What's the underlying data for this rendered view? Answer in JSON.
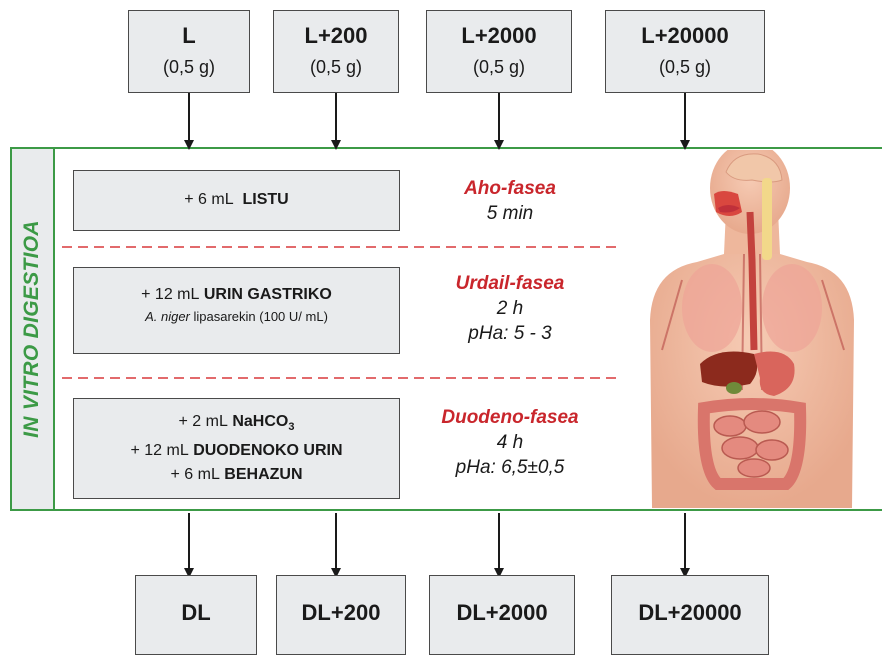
{
  "top_inputs": [
    {
      "name": "L",
      "amount": "(0,5 g)"
    },
    {
      "name": "L+200",
      "amount": "(0,5 g)"
    },
    {
      "name": "L+2000",
      "amount": "(0,5 g)"
    },
    {
      "name": "L+20000",
      "amount": "(0,5 g)"
    }
  ],
  "side_label": "IN VITRO DIGESTIOA",
  "steps": {
    "oral": {
      "prefix": "+ 6 mL",
      "name": "LISTU"
    },
    "gastric": {
      "prefix": "+ 12 mL",
      "name": "URIN GASTRIKO",
      "note_italic": "A. niger",
      "note_rest": "lipasarekin (100 U/ mL)"
    },
    "duodenal": {
      "line1_prefix": "+ 2 mL",
      "line1_name": "NaHCO",
      "line1_sub": "3",
      "line2_prefix": "+ 12 mL",
      "line2_name": "DUODENOKO URIN",
      "line3_prefix": "+ 6 mL",
      "line3_name": "BEHAZUN"
    }
  },
  "phases": {
    "oral": {
      "title": "Aho-fasea",
      "time": "5 min"
    },
    "gastric": {
      "title": "Urdail-fasea",
      "time": "2 h",
      "ph": "pHa: 5 - 3"
    },
    "duodenal": {
      "title": "Duodeno-fasea",
      "time": "4 h",
      "ph": "pHa: 6,5±0,5"
    }
  },
  "bottom_outputs": [
    "DL",
    "DL+200",
    "DL+2000",
    "DL+20000"
  ],
  "colors": {
    "accent_green": "#3c9a46",
    "phase_red": "#c9262c",
    "box_fill": "#e9ebed"
  },
  "illustration": "human-digestive-system-illustration"
}
